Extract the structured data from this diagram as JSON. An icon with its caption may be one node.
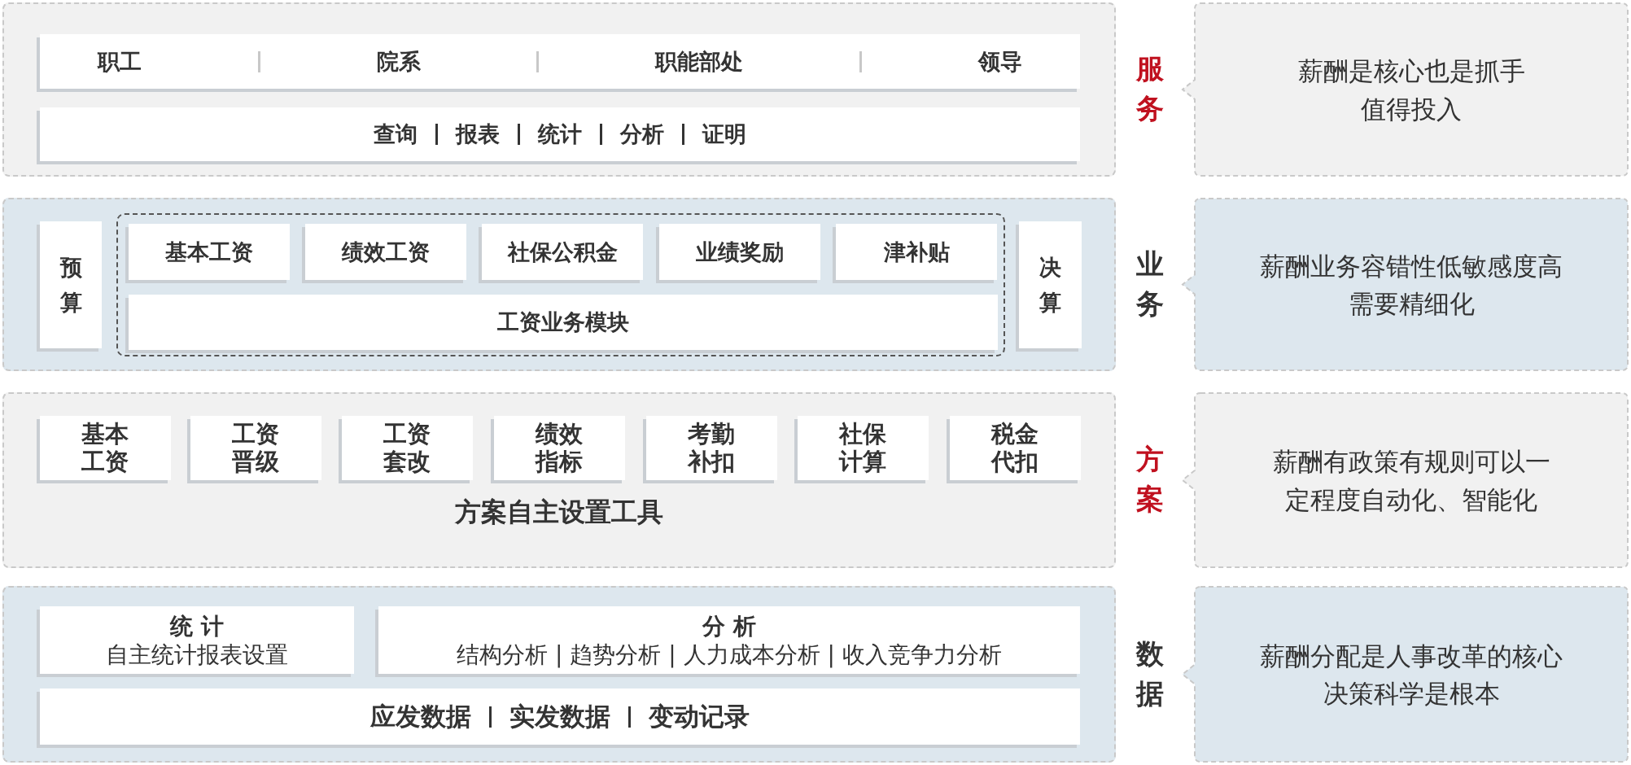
{
  "diagram": {
    "nodes": [
      {
        "text": [
          "服务"
        ]
      },
      {
        "text": [
          "职工",
          "院系",
          "职能部处",
          "领导"
        ],
        "in": 0
      },
      {
        "text": [
          "查询",
          "报表",
          "统计",
          "分析",
          "证明"
        ],
        "in": 0
      },
      {
        "text": [
          "薪酬是核心也是抓手值得投入"
        ]
      },
      {
        "text": [
          "业务"
        ]
      },
      {
        "text": [
          "预算"
        ],
        "in": 4
      },
      {
        "text": [],
        "shape": "box",
        "in": 4
      },
      {
        "text": [
          "基本工资"
        ],
        "in": 6
      },
      {
        "text": [
          "绩效工资"
        ],
        "in": 6
      },
      {
        "text": [
          "社保公积金"
        ],
        "in": 6
      },
      {
        "text": [
          "业绩奖励"
        ],
        "in": 6
      },
      {
        "text": [
          "津补贴"
        ],
        "in": 6
      },
      {
        "text": [
          "工资业务模块"
        ],
        "in": 6
      },
      {
        "text": [
          "决算"
        ],
        "in": 4
      },
      {
        "text": [
          "薪酬业务容错性低敏感度高需要精细化"
        ]
      },
      {
        "text": [
          "方案",
          "方案自主设置工具"
        ]
      },
      {
        "text": [
          "基本工资"
        ],
        "in": 15
      },
      {
        "text": [
          "工资晋级"
        ],
        "in": 15
      },
      {
        "text": [
          "工资套改"
        ],
        "in": 15
      },
      {
        "text": [
          "绩效指标"
        ],
        "in": 15
      },
      {
        "text": [
          "考勤补扣"
        ],
        "in": 15
      },
      {
        "text": [
          "社保计算"
        ],
        "in": 15
      },
      {
        "text": [
          "税金代扣"
        ],
        "in": 15
      },
      {
        "text": [
          "薪酬有政策有规则可以一定程度自动化、智能化"
        ]
      },
      {
        "text": [
          "数据"
        ]
      },
      {
        "text": [
          "统 计",
          "自主统计报表设置"
        ],
        "in": 24
      },
      {
        "text": [
          "分 析",
          "结构分析 | 趋势分析 | 人力成本分析 | 收入竞争力分析"
        ],
        "in": 24
      },
      {
        "text": [
          "应发数据",
          "实发数据",
          "变动记录"
        ],
        "in": 24
      },
      {
        "text": [
          "薪酬分配是人事改革的核心决策科学是根本"
        ]
      }
    ]
  }
}
